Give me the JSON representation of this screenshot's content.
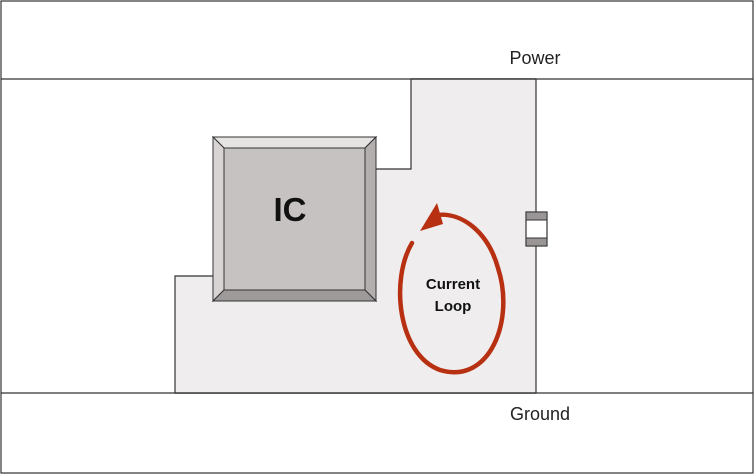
{
  "labels": {
    "power": "Power",
    "ground": "Ground",
    "ic": "IC",
    "loop_line1": "Current",
    "loop_line2": "Loop"
  },
  "colors": {
    "background": "#ffffff",
    "border": "#333333",
    "trace_fill": "#efedee",
    "ic_body": "#c6c2c2",
    "ic_bevel_light": "#e6e3e3",
    "ic_bevel_dark": "#9e9a9a",
    "loop": "#b83012"
  },
  "icons": {
    "capacitor": "capacitor-icon",
    "arrow": "arrowhead-icon"
  }
}
